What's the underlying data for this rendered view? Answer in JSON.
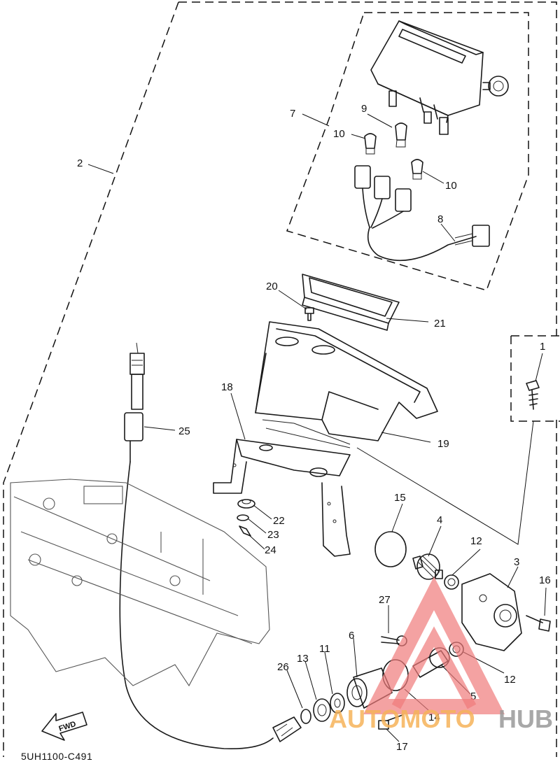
{
  "diagram_code": "5UH1100-C491",
  "fwd_label": "FWD",
  "watermark": {
    "part1": "AUTOMOTO",
    "part2": "HUB"
  },
  "callouts": {
    "c1": "1",
    "c2": "2",
    "c3": "3",
    "c4": "4",
    "c5": "5",
    "c6": "6",
    "c7": "7",
    "c8": "8",
    "c9": "9",
    "c10a": "10",
    "c10b": "10",
    "c11": "11",
    "c12a": "12",
    "c12b": "12",
    "c13": "13",
    "c14": "14",
    "c15": "15",
    "c16": "16",
    "c17": "17",
    "c18": "18",
    "c19": "19",
    "c20": "20",
    "c21": "21",
    "c22": "22",
    "c23": "23",
    "c24": "24",
    "c25": "25",
    "c26": "26",
    "c27": "27"
  }
}
